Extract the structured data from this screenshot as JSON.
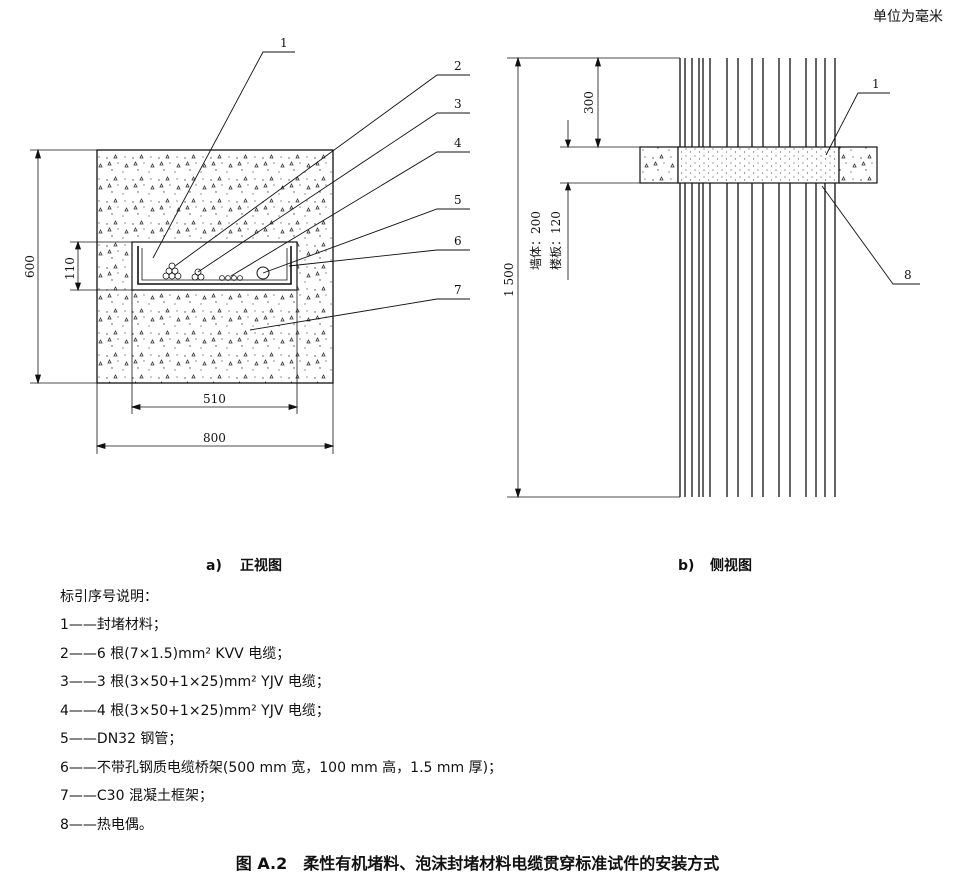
{
  "unit_note": "单位为毫米",
  "front_view": {
    "caption_letter": "a)",
    "caption": "正视图",
    "dims": {
      "height": "600",
      "opening_height": "110",
      "opening_width": "510",
      "width": "800"
    },
    "callouts": [
      "1",
      "2",
      "3",
      "4",
      "5",
      "6",
      "7"
    ]
  },
  "side_view": {
    "caption_letter": "b)",
    "caption": "侧视图",
    "dims": {
      "top": "300",
      "total": "1 500",
      "wall": "墙体：200",
      "slab": "楼板：120"
    },
    "callouts": [
      "1",
      "8"
    ]
  },
  "legend": {
    "title": "标引序号说明：",
    "items": [
      "1——封堵材料；",
      "2——6 根(7×1.5)mm² KVV 电缆；",
      "3——3 根(3×50+1×25)mm² YJV 电缆；",
      "4——4 根(3×50+1×25)mm² YJV 电缆；",
      "5——DN32 钢管；",
      "6——不带孔钢质电缆桥架(500 mm 宽，100 mm 高，1.5 mm 厚)；",
      "7——C30 混凝土框架；",
      "8——热电偶。"
    ]
  },
  "figure_title": "图 A.2　柔性有机堵料、泡沫封堵材料电缆贯穿标准试件的安装方式"
}
